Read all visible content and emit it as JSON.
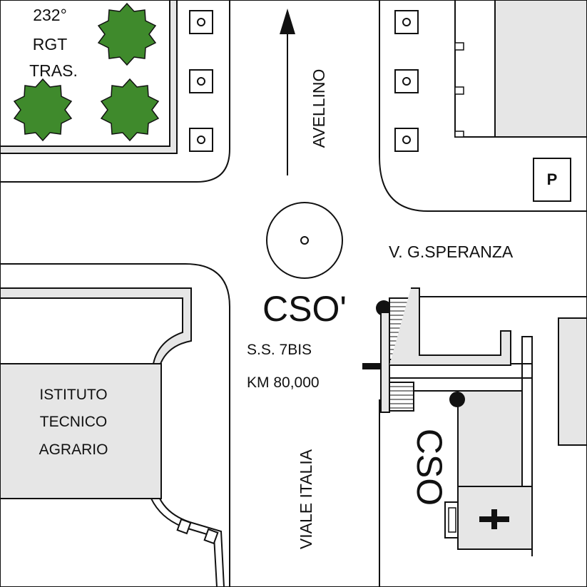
{
  "map": {
    "colors": {
      "background": "#ffffff",
      "block_fill": "#e6e6e6",
      "outline": "#111111",
      "tree_fill": "#3f8a2c",
      "marker": "#111111"
    },
    "labels": {
      "rgt_line1": "232°",
      "rgt_line2": "RGT",
      "rgt_line3": "TRAS.",
      "avellino": "AVELLINO",
      "v_g_speranza": "V. G.SPERANZA",
      "cso_prime": "CSO'",
      "ss_line1": "S.S. 7BIS",
      "ss_line2": "KM 80,000",
      "istituto_line1": "ISTITUTO",
      "istituto_line2": "TECNICO",
      "istituto_line3": "AGRARIO",
      "viale_italia": "VIALE ITALIA",
      "cso": "CSO",
      "parking": "P",
      "cross": "+"
    },
    "icons": {
      "direction_arrow": "arrow-up-icon",
      "roundabout": "roundabout-icon",
      "parking": "parking-sign-icon",
      "tree": "tree-icon",
      "lamp": "street-lamp-icon",
      "pharmacy_cross": "cross-icon",
      "point_marker": "point-marker-icon"
    }
  }
}
